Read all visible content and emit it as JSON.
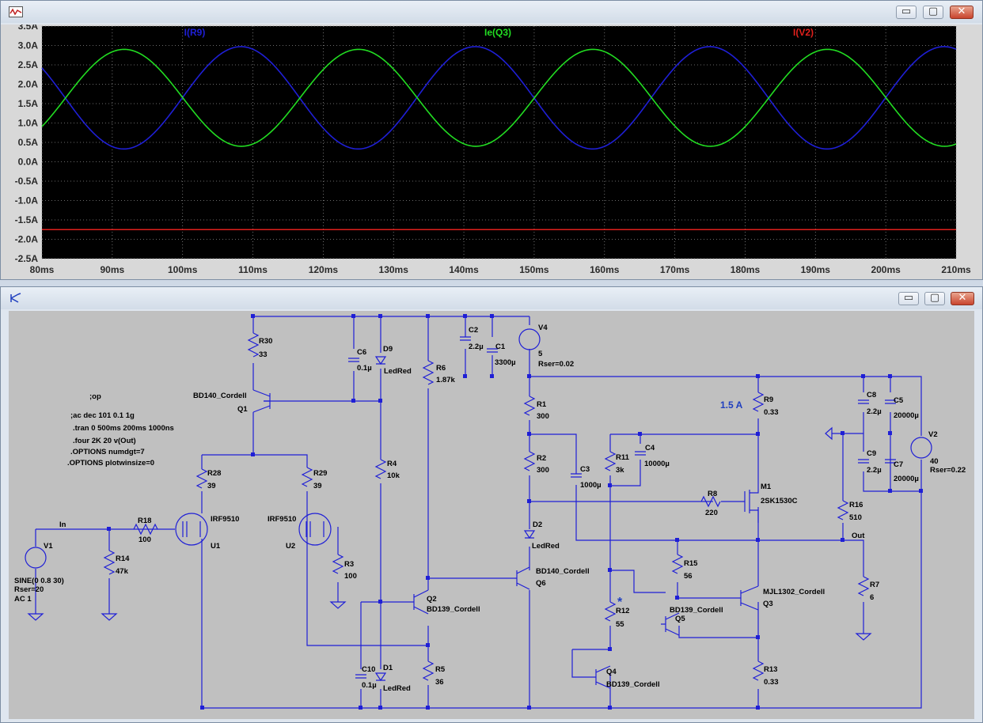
{
  "waveform_window": {
    "traces": [
      {
        "label": "I(R9)",
        "color": "#1f1fd6"
      },
      {
        "label": "Ie(Q3)",
        "color": "#22dd22"
      },
      {
        "label": "I(V2)",
        "color": "#e0201c"
      }
    ],
    "y_ticks": [
      "3.5A",
      "3.0A",
      "2.5A",
      "2.0A",
      "1.5A",
      "1.0A",
      "0.5A",
      "0.0A",
      "-0.5A",
      "-1.0A",
      "-1.5A",
      "-2.0A",
      "-2.5A"
    ],
    "x_ticks": [
      "80ms",
      "90ms",
      "100ms",
      "110ms",
      "120ms",
      "130ms",
      "140ms",
      "150ms",
      "160ms",
      "170ms",
      "180ms",
      "190ms",
      "200ms",
      "210ms"
    ]
  },
  "chart_data": {
    "type": "line",
    "x_unit": "ms",
    "xlim": [
      80,
      210
    ],
    "ylim": [
      -2.5,
      3.5
    ],
    "y_unit": "A",
    "grid": true,
    "legend": "top",
    "series": [
      {
        "name": "I(R9)",
        "color": "#1f1fd6",
        "waveform": "sine",
        "offset": 1.65,
        "amplitude": 1.32,
        "frequency_hz": 30,
        "peak_at_ms": 108.3
      },
      {
        "name": "Ie(Q3)",
        "color": "#22dd22",
        "waveform": "sine",
        "offset": 1.65,
        "amplitude": 1.25,
        "frequency_hz": 30,
        "peak_at_ms": 91.7
      },
      {
        "name": "I(V2)",
        "color": "#e0201c",
        "waveform": "constant",
        "value": -1.75
      }
    ]
  },
  "schematic_window": {
    "directives": [
      ";op",
      ";ac dec 101 0.1 1g",
      ".tran 0 500ms 200ms 1000ns",
      ".four 2K 20 v(Out)",
      ".OPTIONS numdgt=7",
      ".OPTIONS plotwinsize=0"
    ],
    "current_note": "1.5 A",
    "star": "*",
    "nets": {
      "in": "In",
      "out": "Out"
    },
    "parts": {
      "R30": [
        "R30",
        "33"
      ],
      "Q1": [
        "BD140_Cordell",
        "Q1"
      ],
      "C6": [
        "C6",
        "0.1µ"
      ],
      "D9": [
        "D9",
        "LedRed"
      ],
      "R6": [
        "R6",
        "1.87k"
      ],
      "C2": [
        "C2",
        "2.2µ"
      ],
      "C1": [
        "C1",
        "3300µ"
      ],
      "V4": [
        "V4",
        "5",
        "Rser=0.02"
      ],
      "R1": [
        "R1",
        "300"
      ],
      "R2": [
        "R2",
        "300"
      ],
      "C3": [
        "C3",
        "1000µ"
      ],
      "R11": [
        "R11",
        "3k"
      ],
      "C4": [
        "C4",
        "10000µ"
      ],
      "R9": [
        "R9",
        "0.33"
      ],
      "C8": [
        "C8",
        "2.2µ"
      ],
      "C5": [
        "C5",
        "20000µ"
      ],
      "C9": [
        "C9",
        "2.2µ"
      ],
      "C7": [
        "C7",
        "20000µ"
      ],
      "V2": [
        "V2",
        "40",
        "Rser=0.22"
      ],
      "R8": [
        "R8",
        "220"
      ],
      "M1": [
        "M1",
        "2SK1530C"
      ],
      "R16": [
        "R16",
        "510"
      ],
      "R28": [
        "R28",
        "39"
      ],
      "R29": [
        "R29",
        "39"
      ],
      "R4": [
        "R4",
        "10k"
      ],
      "U1": [
        "IRF9510",
        "U1"
      ],
      "U2": [
        "IRF9510",
        "U2"
      ],
      "R18": [
        "R18",
        "100"
      ],
      "R14": [
        "R14",
        "47k"
      ],
      "V1": [
        "V1",
        "SINE(0 0.8 30)",
        "Rser=20",
        "AC 1"
      ],
      "R3": [
        "R3",
        "100"
      ],
      "D2": [
        "D2",
        "LedRed"
      ],
      "Q6": [
        "BD140_Cordell",
        "Q6"
      ],
      "Q2": [
        "Q2",
        "BD139_Cordell"
      ],
      "R15": [
        "R15",
        "56"
      ],
      "Q3": [
        "MJL1302_Cordell",
        "Q3"
      ],
      "R12": [
        "R12",
        "55"
      ],
      "Q5": [
        "BD139_Cordell",
        "Q5"
      ],
      "R7": [
        "R7",
        "6"
      ],
      "R5": [
        "R5",
        "36"
      ],
      "C10": [
        "C10",
        "0.1µ"
      ],
      "D1": [
        "D1",
        "LedRed"
      ],
      "Q4": [
        "Q4",
        "BD139_Cordell"
      ],
      "R13": [
        "R13",
        "0.33"
      ]
    }
  },
  "window_buttons": {
    "minimize": "▭",
    "maximize": "▢",
    "close": "✕"
  }
}
